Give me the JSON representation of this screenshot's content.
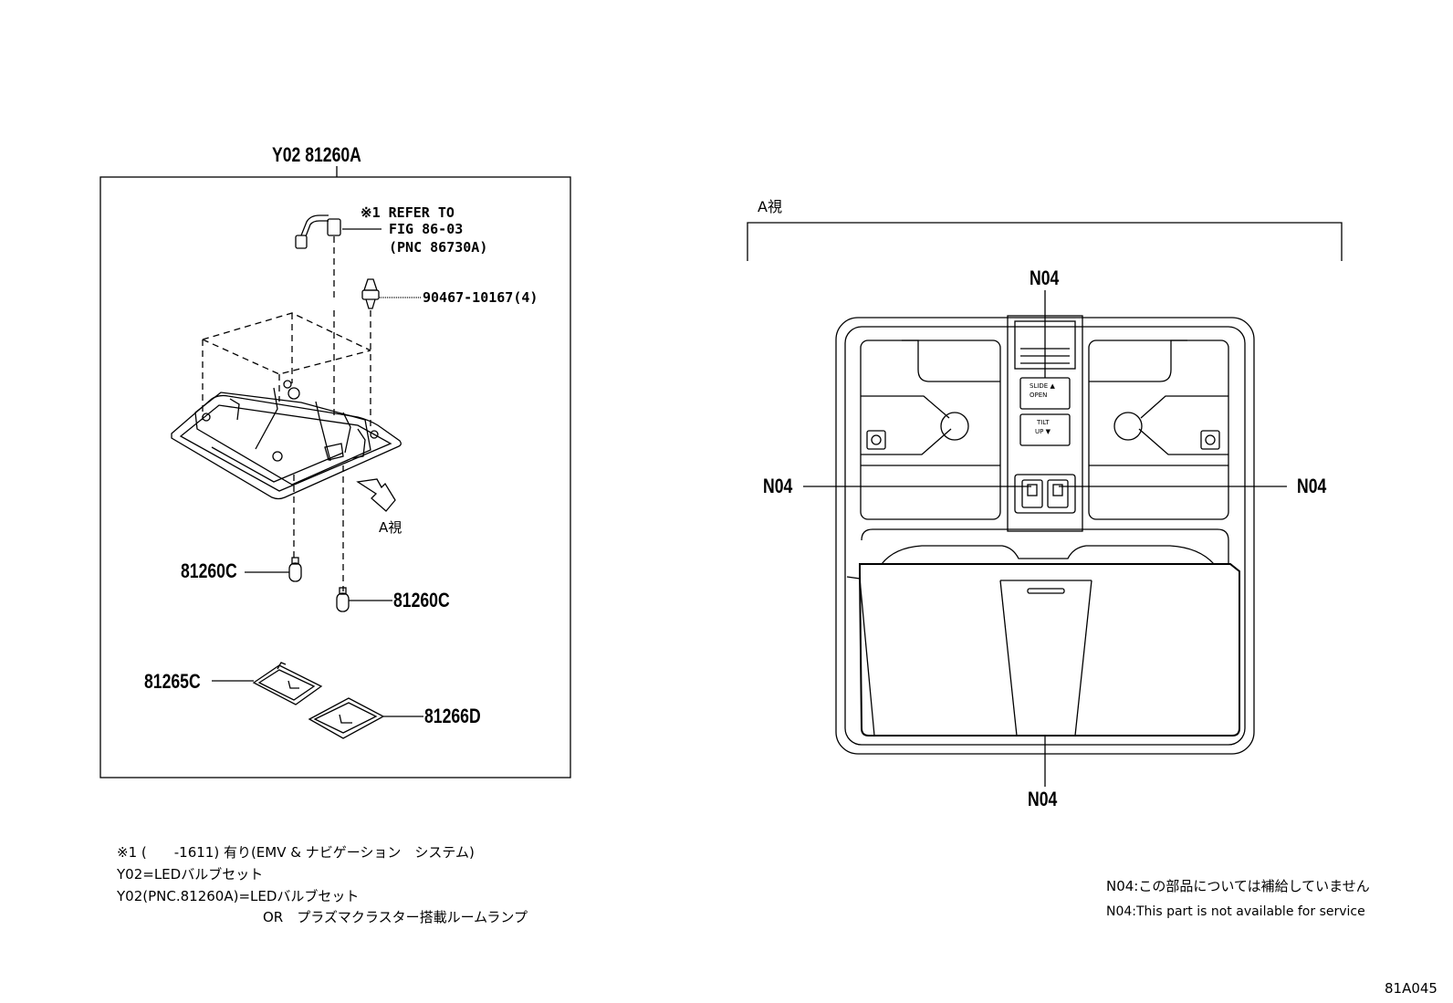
{
  "left_group": {
    "assembly_label": "Y02 81260A",
    "refer_note": [
      "※1 REFER TO",
      "FIG 86-03",
      "(PNC 86730A)"
    ],
    "parts": [
      {
        "id": "clip",
        "label": "90467-10167(4)"
      },
      {
        "id": "bulb-left",
        "label": "81260C"
      },
      {
        "id": "bulb-right",
        "label": "81260C"
      },
      {
        "id": "cover-left",
        "label": "81265C"
      },
      {
        "id": "cover-right",
        "label": "81266D"
      }
    ],
    "view_arrow_label": "A視"
  },
  "right_group": {
    "view_label": "A視",
    "callouts": [
      "N04",
      "N04",
      "N04",
      "N04"
    ],
    "switch_labels": {
      "slide": [
        "SLIDE ▲",
        "OPEN"
      ],
      "tilt": [
        "TILT",
        "UP ▼"
      ]
    }
  },
  "footnotes": [
    "※1 (　　-1611) 有り(EMV & ナビゲーション　システム)",
    "Y02=LEDバルブセット",
    "Y02(PNC.81260A)=LEDバルブセット",
    "OR　プラズマクラスター搭載ルームランプ"
  ],
  "service_notes": [
    "N04:この部品については補給していません",
    "N04:This part is not available for service"
  ],
  "figure_code": "81A045"
}
